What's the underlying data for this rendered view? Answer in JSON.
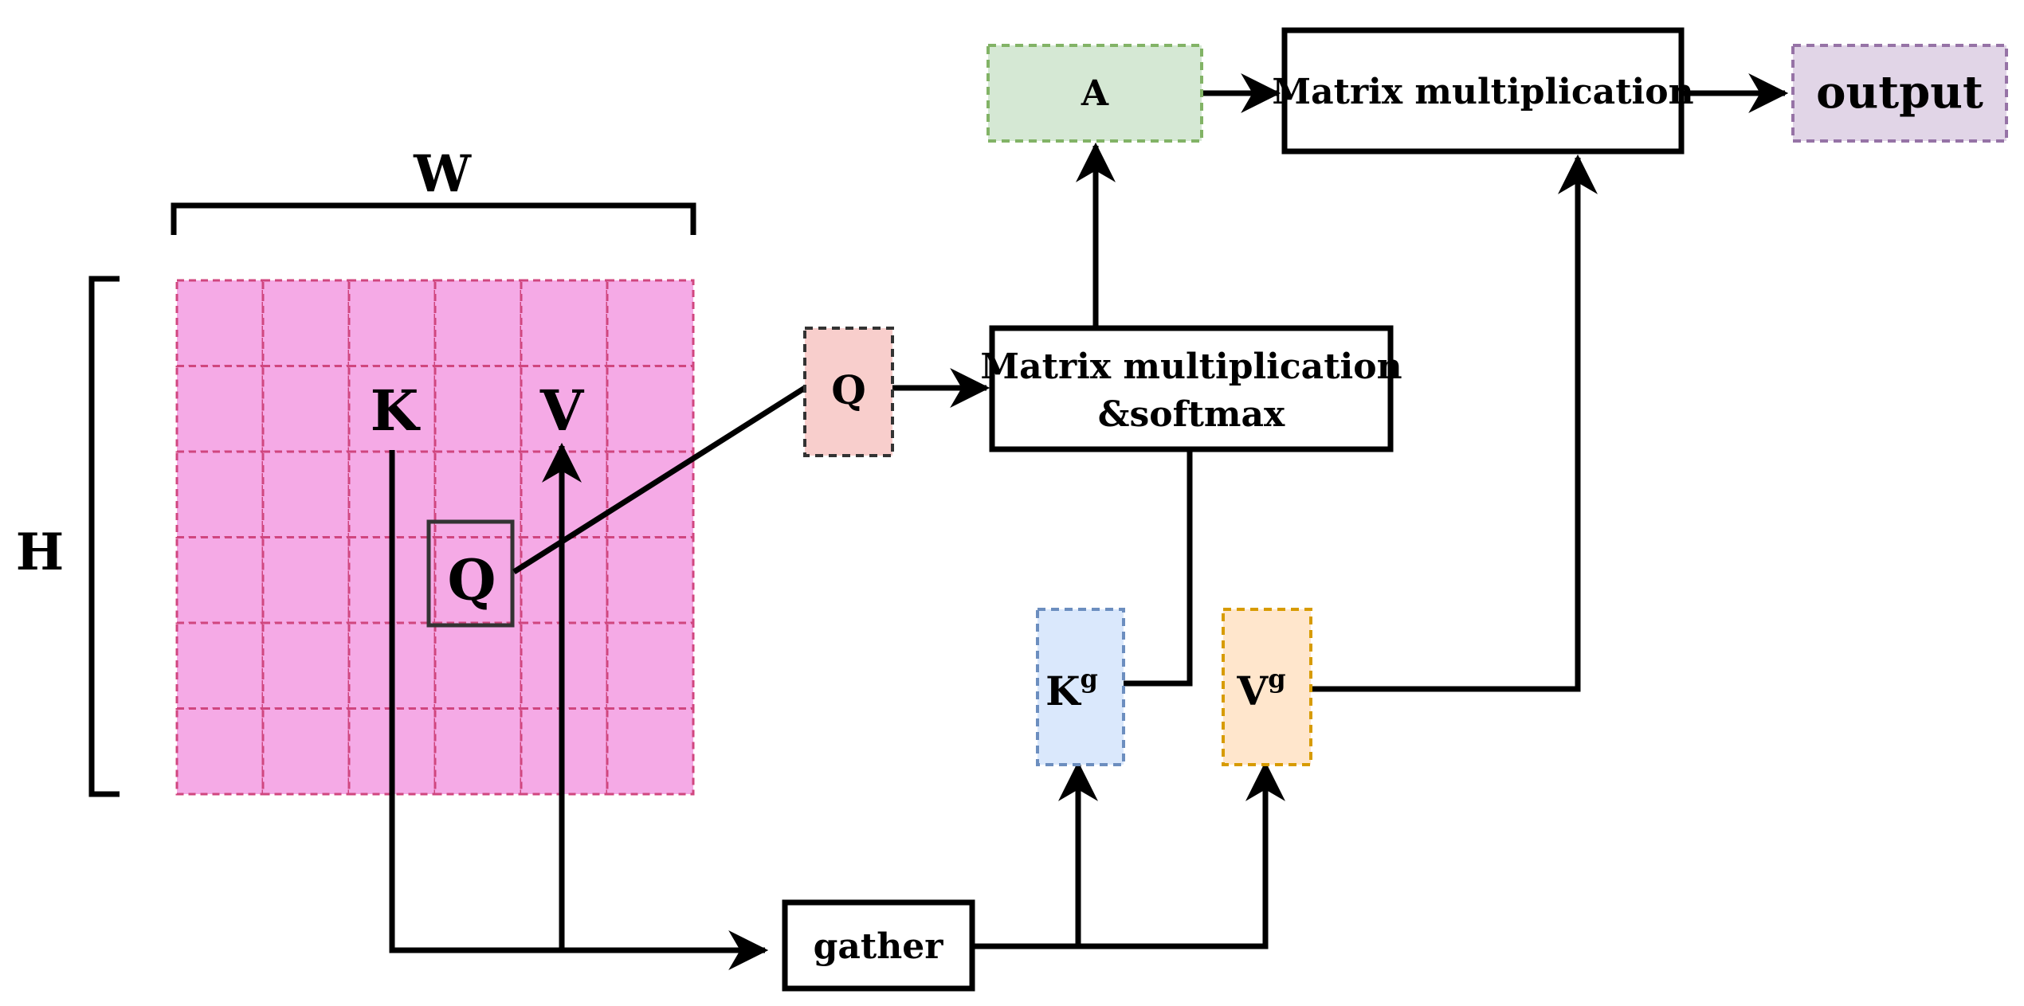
{
  "dimensions": {
    "width_label": "W",
    "height_label": "H"
  },
  "feature_map": {
    "rows": 6,
    "cols": 6,
    "fill_color": "#f5aae6",
    "dash_color": "#d0467f",
    "k_label": "K",
    "v_label": "V",
    "q_label": "Q"
  },
  "nodes": {
    "q_token": {
      "label": "Q",
      "fill": "#f8cecc",
      "stroke": "#333333"
    },
    "a_token": {
      "label": "A",
      "fill": "#d5e8d4",
      "stroke": "#82b366"
    },
    "kg_token": {
      "label": "K",
      "sup": "g",
      "fill": "#dae8fc",
      "stroke": "#6c8ebf"
    },
    "vg_token": {
      "label": "V",
      "sup": "g",
      "fill": "#ffe6cc",
      "stroke": "#d79b00"
    },
    "output_token": {
      "label": "output",
      "fill": "#e1d5e7",
      "stroke": "#9673a6"
    },
    "matmul_softmax": {
      "line1": "Matrix multiplication",
      "line2": "&softmax"
    },
    "matmul_top": {
      "label": "Matrix multiplication"
    },
    "gather": {
      "label": "gather"
    }
  }
}
